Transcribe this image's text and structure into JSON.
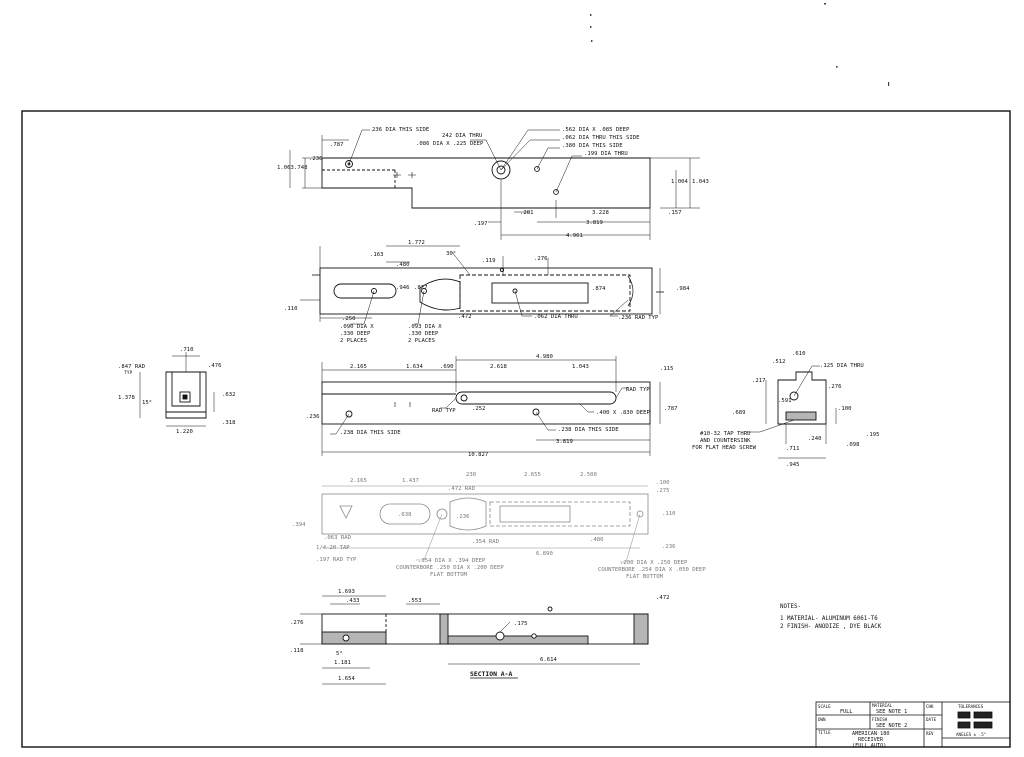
{
  "top_view": {
    "callouts": [
      "236 DIA THIS SIDE",
      "242 DIA THRU",
      ".086 DIA X .225 DEEP",
      ".562 DIA X .085 DEEP",
      ".062 DIA THRU THIS SIDE",
      ".380 DIA THIS SIDE",
      ".199 DIA THRU"
    ],
    "dims": [
      ".787",
      ".236",
      "1.063",
      ".748",
      ".197",
      ".281",
      "3.228",
      "3.819",
      "4.961",
      ".157",
      "1.004",
      "1.043"
    ]
  },
  "plan_view": {
    "callouts": [
      "30°",
      ".090 DIA X",
      ".330 DEEP",
      "2 PLACES",
      ".093 DIA X",
      ".330 DEEP",
      "2 PLACES",
      ".062 DIA THRU",
      ".236 RAD TYP"
    ],
    "dims": [
      ".163",
      "1.772",
      ".480",
      ".119",
      ".276",
      ".946",
      ".827",
      ".874",
      ".984",
      ".250",
      ".472",
      ".110"
    ]
  },
  "end_view_left": {
    "dims": [
      ".847 RAD",
      "TYP",
      ".710",
      ".476",
      "1.378",
      "15°",
      ".632",
      ".318",
      "1.220"
    ]
  },
  "side_view": {
    "callouts": [
      "RAD TYP",
      "RAD TYP",
      ".238 DIA THIS SIDE",
      ".238 DIA THIS SIDE",
      ".400 X .830 DEEP"
    ],
    "dims": [
      "2.165",
      "1.634",
      ".690",
      "2.618",
      "4.980",
      "1.043",
      ".115",
      ".252",
      ".236",
      ".787",
      "3.819",
      "10.827"
    ]
  },
  "bottom_view": {
    "callouts": [
      ".354 RAD",
      ".063 RAD",
      "1/4-20 TAP",
      ".197 RAD TYP",
      ".472 RAD",
      ".354 DIA X .394 DEEP",
      "COUNTERBORE .250 DIA X .200 DEEP",
      "FLAT BOTTOM",
      ".200 DIA X .250 DEEP",
      "COUNTERBORE .254 DIA X .050 DEEP",
      "FLAT BOTTOM"
    ],
    "dims": [
      "230",
      "2.655",
      "2.500",
      ".100",
      ".275",
      "2.165",
      "1.437",
      ".394",
      ".638",
      ".236",
      ".110",
      ".480",
      "6.890",
      ".236"
    ]
  },
  "section": {
    "label": "SECTION A-A",
    "dims": [
      "1.693",
      ".433",
      ".553",
      ".472",
      ".276",
      ".118",
      "5°",
      "1.181",
      "1.654",
      ".175",
      "6.614"
    ]
  },
  "end_view_right": {
    "callouts": [
      ".125 DIA THRU",
      "#10-32 TAP THRU",
      "AND COUNTERSINK",
      "FOR FLAT HEAD SCREW"
    ],
    "dims": [
      ".610",
      ".512",
      ".217",
      ".276",
      ".591",
      ".689",
      ".100",
      ".240",
      ".711",
      ".945",
      ".098",
      ".195"
    ]
  },
  "notes": {
    "heading": "NOTES-",
    "lines": [
      "1 MATERIAL- ALUMINUM 6061-T6",
      "2 FINISH- ANODIZE , DYE BLACK"
    ]
  },
  "title_block": {
    "scale_label": "SCALE",
    "scale_value": "FULL",
    "material_label": "MATERIAL",
    "material_value": "SEE NOTE 1",
    "finish_label": "FINISH",
    "finish_value": "SEE NOTE 2",
    "title_label": "TITLE",
    "title_lines": [
      "AMERICAN 180",
      "RECEIVER",
      "(FULL AUTO)"
    ],
    "chk_label": "CHK",
    "date_label": "DATE",
    "rev_label": "REV",
    "dwg_label": "DWN",
    "tolerances_label": "TOLERANCES",
    "angles_label": "ANGLES ± .5°"
  }
}
